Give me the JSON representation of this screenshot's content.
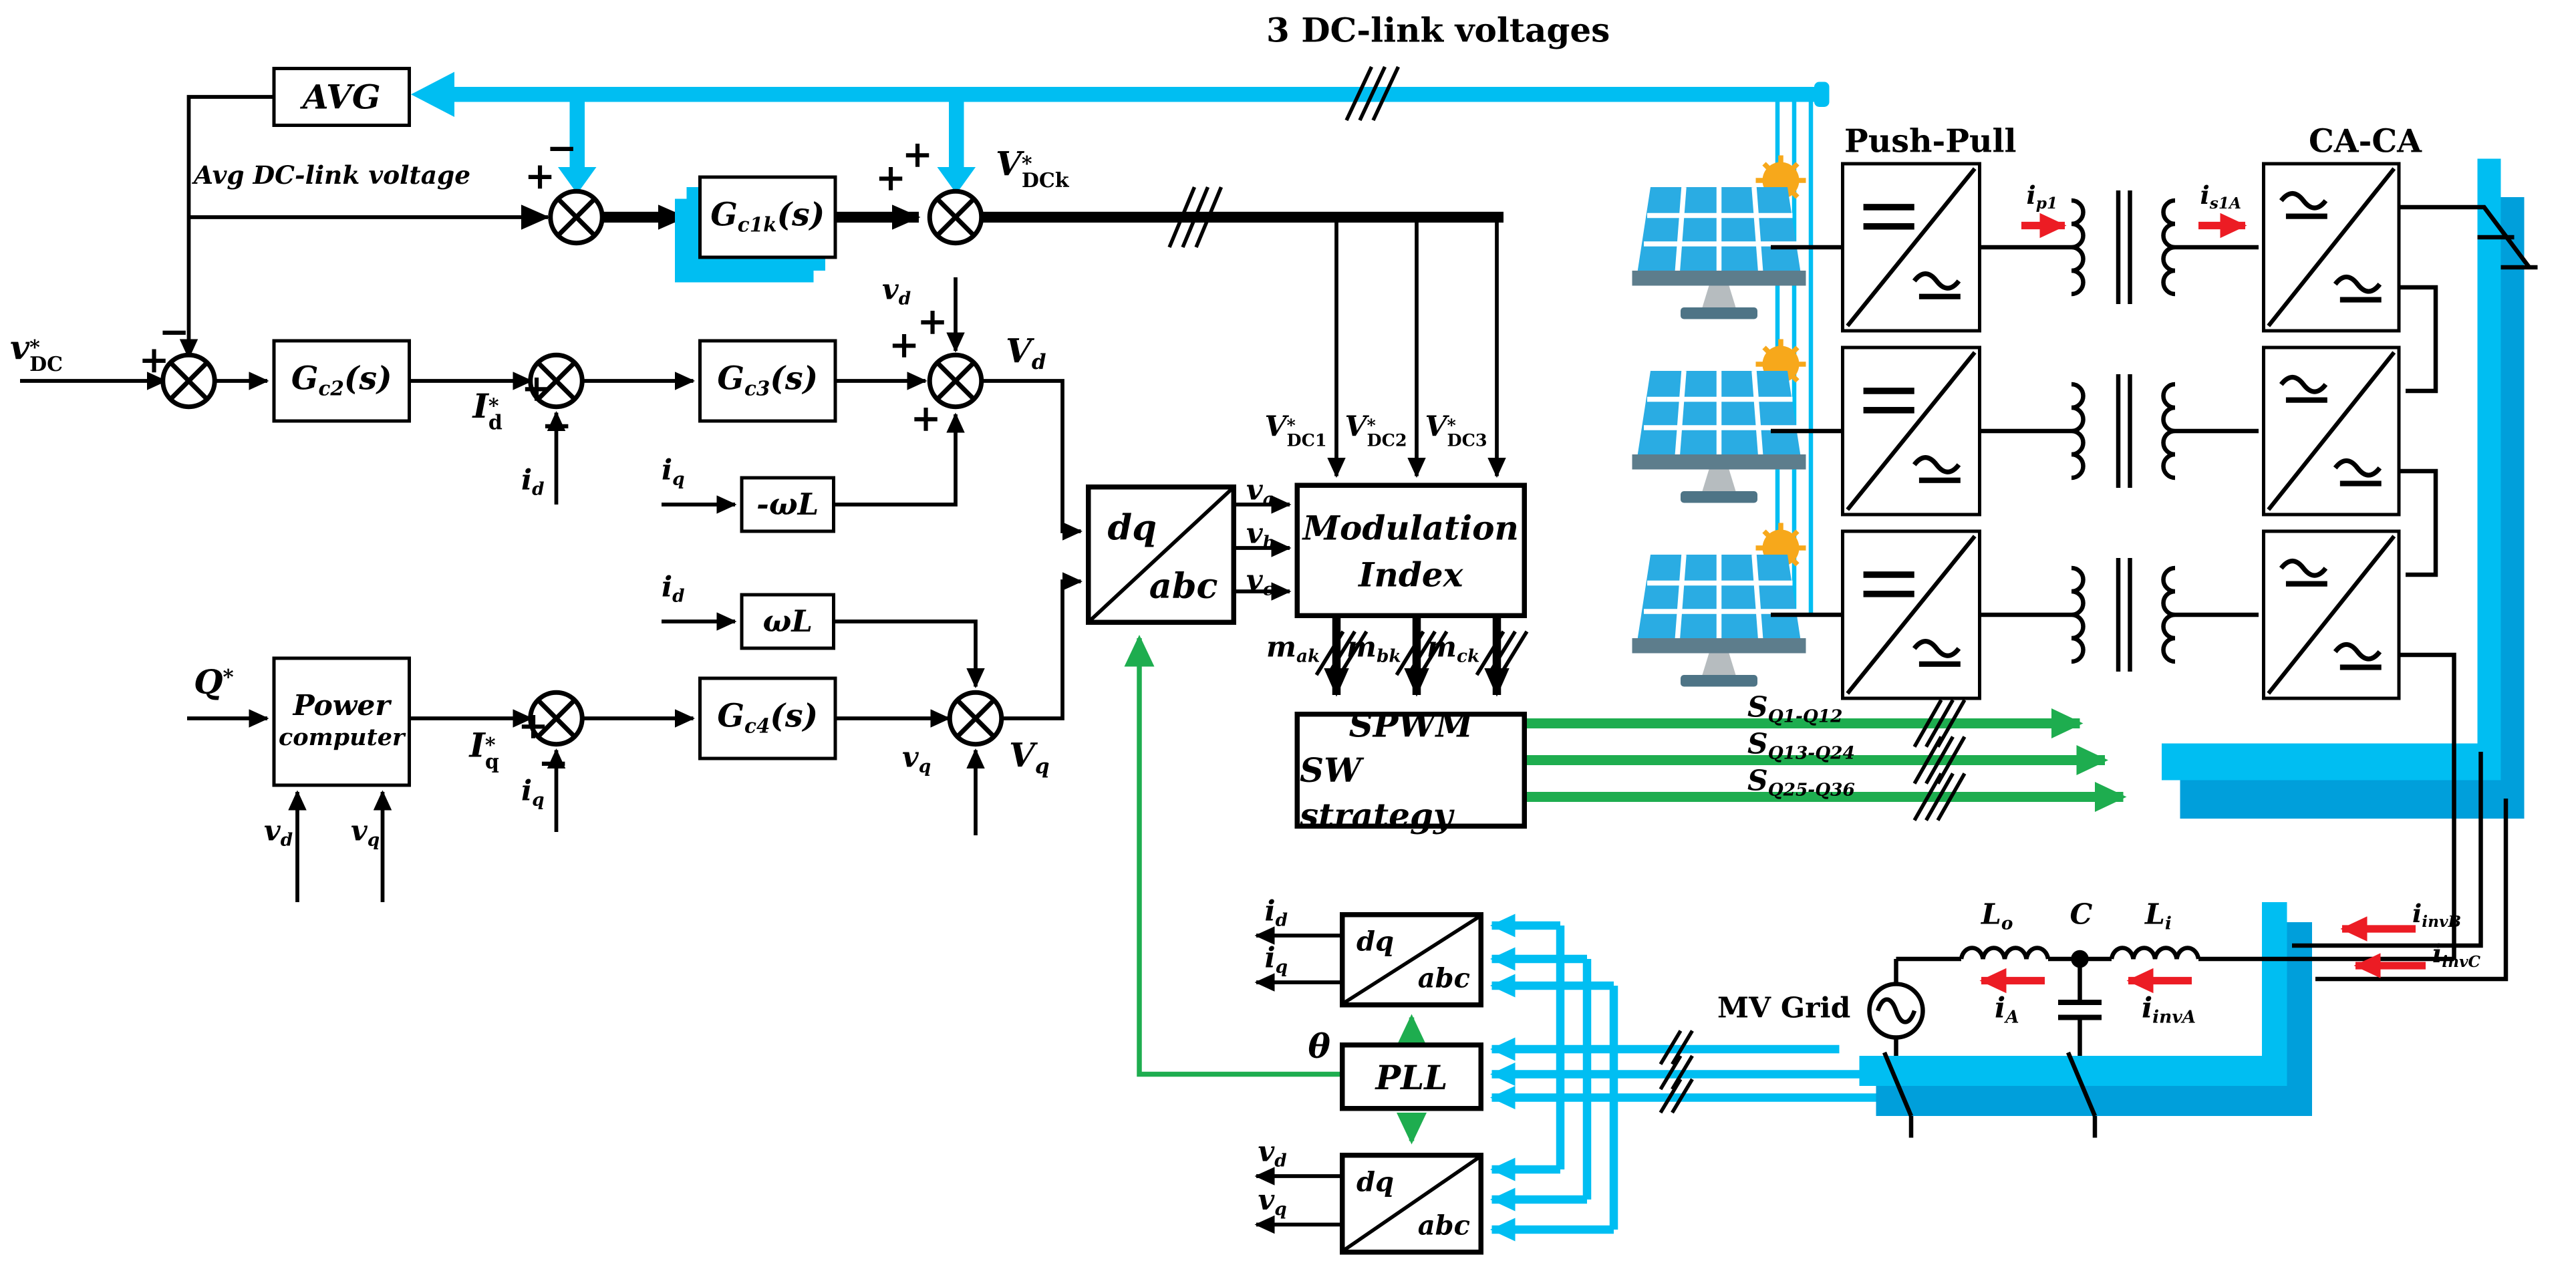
{
  "title": "3 DC-link voltages",
  "colors": {
    "cyan": "#00BEF2",
    "cyan_dark": "#009FDB",
    "green": "#1EAD4F",
    "red": "#EC1C24",
    "panel_blue": "#2AACE3",
    "sun_orange": "#F7A81B",
    "black": "#000000"
  },
  "blocks": {
    "avg": "AVG",
    "gc1k": {
      "pre": "G",
      "sub": "c1k",
      "post": "(s)"
    },
    "gc2": {
      "pre": "G",
      "sub": "c2",
      "post": "(s)"
    },
    "gc3": {
      "pre": "G",
      "sub": "c3",
      "post": "(s)"
    },
    "gc4": {
      "pre": "G",
      "sub": "c4",
      "post": "(s)"
    },
    "neg_wl": "-ωL",
    "wl": "ωL",
    "power_line1": "Power",
    "power_line2": "computer",
    "mi_line1": "Modulation",
    "mi_line2": "Index",
    "spwm_line1": "SPWM",
    "spwm_line2": "SW strategy",
    "pll": "PLL",
    "dq": "dq",
    "abc": "abc",
    "push_pull": "Push-Pull",
    "ca_ca": "CA-CA",
    "mv_grid": "MV Grid"
  },
  "signals": {
    "vdc_ref": {
      "pre": "v",
      "sup": "*",
      "sub": "DC",
      "stack": true
    },
    "avg_dc_link": "Avg DC-link voltage",
    "id_ref": {
      "pre": "I",
      "sup": "*",
      "sub": "d",
      "stack": true
    },
    "iq_ref": {
      "pre": "I",
      "sup": "*",
      "sub": "q",
      "stack": true
    },
    "id": {
      "pre": "i",
      "sub": "d"
    },
    "iq": {
      "pre": "i",
      "sub": "q"
    },
    "vd": {
      "pre": "v",
      "sub": "d"
    },
    "vq": {
      "pre": "v",
      "sub": "q"
    },
    "va": {
      "pre": "v",
      "sub": "a"
    },
    "vb": {
      "pre": "v",
      "sub": "b"
    },
    "vc": {
      "pre": "v",
      "sub": "c"
    },
    "Vd": {
      "pre": "V",
      "sub": "d"
    },
    "Vq": {
      "pre": "V",
      "sub": "q"
    },
    "vdck": {
      "pre": "V",
      "sup": "*",
      "sub": "DCk",
      "stack": true
    },
    "vdc1": {
      "pre": "V",
      "sup": "*",
      "sub": "DC1",
      "stack": true
    },
    "vdc2": {
      "pre": "V",
      "sup": "*",
      "sub": "DC2",
      "stack": true
    },
    "vdc3": {
      "pre": "V",
      "sup": "*",
      "sub": "DC3",
      "stack": true
    },
    "mak": {
      "pre": "m",
      "sub": "ak"
    },
    "mbk": {
      "pre": "m",
      "sub": "bk"
    },
    "mck": {
      "pre": "m",
      "sub": "ck"
    },
    "sq1": {
      "pre": "S",
      "sub": "Q1-Q12"
    },
    "sq2": {
      "pre": "S",
      "sub": "Q13-Q24"
    },
    "sq3": {
      "pre": "S",
      "sub": "Q25-Q36"
    },
    "q_ref": {
      "pre": "Q",
      "sup": "*"
    },
    "theta": "θ",
    "ip1": {
      "pre": "i",
      "sub": "p1"
    },
    "is1a": {
      "pre": "i",
      "sub": "s1A"
    },
    "ia": {
      "pre": "i",
      "sub": "A"
    },
    "iinva": {
      "pre": "i",
      "sub": "invA"
    },
    "iinvb": {
      "pre": "i",
      "sub": "invB"
    },
    "iinvc": {
      "pre": "i",
      "sub": "invC"
    },
    "lo": {
      "pre": "L",
      "sub": "o"
    },
    "cap": "C",
    "li": {
      "pre": "L",
      "sub": "i"
    }
  },
  "signs": {
    "plus": "+",
    "minus": "−"
  }
}
